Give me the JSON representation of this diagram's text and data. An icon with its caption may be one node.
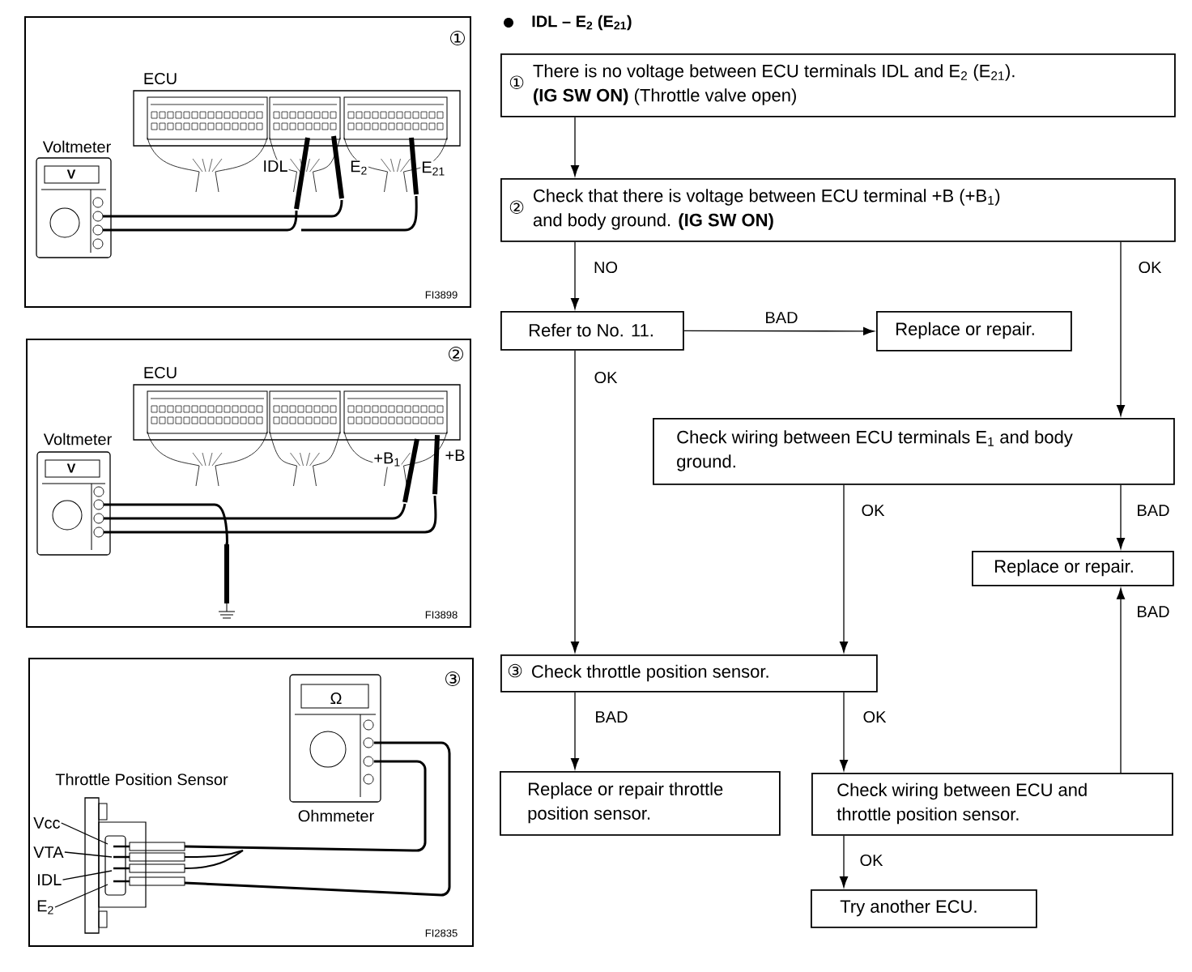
{
  "diagram": {
    "title": "IDL – E$_{2}$ (E$_{21}$)",
    "nodes": [
      {
        "text": [
          "①",
          "ECU",
          "Voltmeter",
          "V",
          "IDL",
          "E$_{2}$",
          "E$_{21}$",
          "FI3899"
        ]
      },
      {
        "text": [
          "②",
          "ECU",
          "Voltmeter",
          "+B$_{1}$",
          "+B",
          "V",
          "FI3898"
        ]
      },
      {
        "text": [
          "③",
          "Ω",
          "Throttle Position Sensor",
          "Ohmmeter",
          "FI2835"
        ]
      },
      {
        "text": [
          "Vcc"
        ],
        "in": 2
      },
      {
        "text": [
          "VTA"
        ],
        "in": 2
      },
      {
        "text": [
          "IDL"
        ],
        "in": 2
      },
      {
        "text": [
          "E$_{2}$"
        ],
        "in": 2
      },
      {
        "text": [
          "①",
          "There is no voltage between ECU terminals IDL and E$_{2}$ (E$_{21}$). **(IG SW ON)** (Throttle valve open)"
        ]
      },
      {
        "text": [
          "②",
          "Check that there is voltage between ECU terminal +B (+B$_{1}$) and body ground. **(IG SW ON)**"
        ]
      },
      {
        "text": [
          "Refer to No. 11."
        ]
      },
      {
        "text": [
          "Replace or repair."
        ]
      },
      {
        "text": [
          "Check wiring between ECU terminals E$_{1}$ and body ground."
        ]
      },
      {
        "text": [
          "Replace or repair."
        ]
      },
      {
        "text": [
          "③",
          "Check throttle position sensor."
        ]
      },
      {
        "text": [
          "Replace or repair throttle position sensor."
        ]
      },
      {
        "text": [
          "Check wiring between ECU and throttle position sensor."
        ]
      },
      {
        "text": [
          "Try another ECU."
        ]
      }
    ],
    "edges": [
      {
        "from": 7,
        "to": 8,
        "arrow": "to"
      },
      {
        "from": 8,
        "to": 9,
        "arrow": "to",
        "label": "NO"
      },
      {
        "from": 8,
        "to": 11,
        "arrow": "to",
        "label": "OK"
      },
      {
        "from": 9,
        "to": 10,
        "arrow": "to",
        "label": "BAD"
      },
      {
        "from": 9,
        "to": 13,
        "arrow": "to",
        "label": "OK"
      },
      {
        "from": 11,
        "to": 13,
        "arrow": "to",
        "label": "OK"
      },
      {
        "from": 11,
        "to": 12,
        "arrow": "to",
        "label": "BAD"
      },
      {
        "from": 13,
        "to": 14,
        "arrow": "to",
        "label": "BAD"
      },
      {
        "from": 13,
        "to": 15,
        "arrow": "to",
        "label": "OK"
      },
      {
        "from": 15,
        "to": 12,
        "arrow": "to",
        "label": "BAD"
      },
      {
        "from": 15,
        "to": 16,
        "arrow": "to",
        "label": "OK"
      },
      {
        "from": 3,
        "to": null,
        "arrow": "none"
      },
      {
        "from": 4,
        "to": null,
        "arrow": "none"
      },
      {
        "from": 5,
        "to": null,
        "arrow": "none"
      },
      {
        "from": 6,
        "to": null,
        "arrow": "none"
      }
    ]
  }
}
